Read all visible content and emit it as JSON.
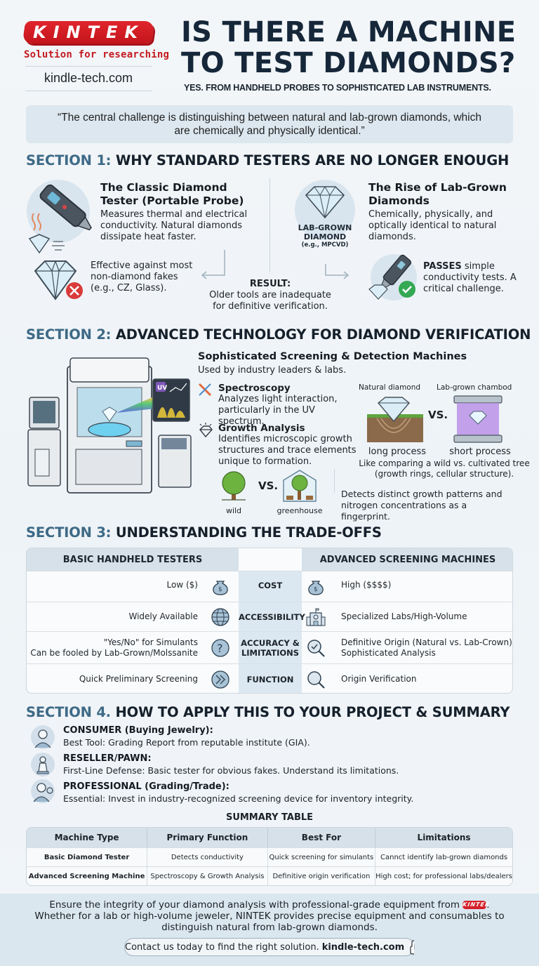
{
  "header": {
    "logo_text": "KINTEK",
    "tagline": "Solution for researching",
    "url": "kindle-tech.com",
    "title_line1": "IS THERE A MACHINE",
    "title_line2": "TO TEST DIAMONDS?",
    "subtitle": "YES. FROM HANDHELD PROBES TO SOPHISTICATED LAB INSTRUMENTS."
  },
  "quote": "“The central challenge is distinguishing between natural and lab-grown diamonds, which are chemically and physically identical.”",
  "section1": {
    "num": "SECTION 1:",
    "title": "WHY STANDARD TESTERS ARE NO LONGER ENOUGH",
    "classic": {
      "title": "The Classic Diamond Tester (Portable Probe)",
      "text": "Measures thermal and electrical conductivity. Natural diamonds dissipate heat faster.",
      "effective": "Effective against most non-diamond fakes (e.g., CZ, Glass)."
    },
    "labgrown": {
      "title": "The Rise of Lab-Grown Diamonds",
      "text": "Chemically, physically, and optically identical to natural diamonds.",
      "badge_line1": "LAB-GROWN",
      "badge_line2": "DIAMOND",
      "badge_line3": "(e.g., MPCVD)",
      "passes_bold": "PASSES",
      "passes_text": " simple conductivity tests. A critical challenge."
    },
    "result": {
      "label": "RESULT:",
      "text": "Older tools are inadequate for definitive verification."
    }
  },
  "section2": {
    "num": "SECTION 2:",
    "title": "ADVANCED TECHNOLOGY FOR DIAMOND VERIFICATION",
    "heading": "Sophisticated Screening & Detection Machines",
    "subheading": "Used by industry leaders & labs.",
    "uv_label": "UV",
    "spectroscopy": {
      "title": "Spectroscopy",
      "text": "Analyzes light interaction, particularly in the UV spectrum."
    },
    "growth": {
      "title": "Growth Analysis",
      "text": "Identifies microscopic growth structures and trace elements unique to formation."
    },
    "compare": {
      "natural_label": "Natural diamond",
      "lab_label": "Lab-grown chambod",
      "vs": "VS.",
      "natural_caption": "long process",
      "lab_caption": "short process",
      "analogy": "Like comparing a wild vs. cultivated tree (growth rings, cellular structure)."
    },
    "trees": {
      "wild": "wild",
      "vs": "VS.",
      "greenhouse": "greenhouse"
    },
    "detects": "Detects distinct growth patterns and nitrogen concentrations as a fingerprint."
  },
  "section3": {
    "num": "SECTION 3:",
    "title": "UNDERSTANDING THE TRADE-OFFS",
    "left_header": "BASIC HANDHELD TESTERS",
    "right_header": "ADVANCED SCREENING MACHINES",
    "rows": [
      {
        "criterion": "COST",
        "left": "Low ($)",
        "right": "High ($$$$)",
        "left_icon": "money-bag-icon",
        "right_icon": "money-bag-icon"
      },
      {
        "criterion": "ACCESSIBILITY",
        "left": "Widely Available",
        "right": "Specialized Labs/High-Volume",
        "left_icon": "globe-icon",
        "right_icon": "building-icon"
      },
      {
        "criterion_line1": "ACCURACY &",
        "criterion_line2": "LIMITATIONS",
        "left_line1": "\"Yes/No\" for Simulants",
        "left_line2": "Can be fooled by Lab-Grown/Molssanite",
        "right_line1": "Definitive Origin (Natural vs. Lab-Crown)",
        "right_line2": "Sophisticated Analysis",
        "left_icon": "question-icon",
        "right_icon": "magnifier-check-icon"
      },
      {
        "criterion": "FUNCTION",
        "left": "Quick Preliminary Screening",
        "right": "Origin Verification",
        "left_icon": "fast-forward-icon",
        "right_icon": "magnifier-icon"
      }
    ]
  },
  "section4": {
    "num": "SECTION 4.",
    "title": "HOW TO APPLY THIS TO YOUR PROJECT & SUMMARY",
    "personas": [
      {
        "title": "CONSUMER (Buying Jewelry):",
        "text": "Best Tool: Grading Report from reputable institute (GIA)."
      },
      {
        "title": "RESELLER/PAWN:",
        "text": "First-Line Defense: Basic tester for obvious fakes. Understand its limitations."
      },
      {
        "title": "PROFESSIONAL (Grading/Trade):",
        "text": "Essential: Invest in industry-recognized screening device for inventory integrity."
      }
    ]
  },
  "summary": {
    "title": "SUMMARY TABLE",
    "headers": [
      "Machine Type",
      "Primary Function",
      "Best For",
      "Limitations"
    ],
    "rows": [
      [
        "Basic Diamond Tester",
        "Detects conductivity",
        "Quick screening for simulants",
        "Cannct identify lab-grown diamonds"
      ],
      [
        "Advanced Screening Machine",
        "Spectroscopy & Growth Analysis",
        "Definitive origin verification",
        "High cost; for professional labs/dealers"
      ]
    ]
  },
  "footer": {
    "line1": "Ensure the integrity of your diamond analysis with professional-grade equipment from",
    "mini_logo": "KINTEK",
    "line1_end": ".",
    "line2": "Whether for a lab or high-volume jeweler, NINTEK provides precise equipment and consumables to distinguish natural from lab-grown diamonds.",
    "cta_text": "Contact us today to find the right solution.",
    "cta_url": "kindle-tech.com"
  },
  "colors": {
    "brand_red": "#d4202a",
    "title_navy": "#16273a",
    "section_num": "#3e6a86",
    "panel_blue": "#dce7ef",
    "success_green": "#34a853",
    "error_red": "#d93a3a"
  }
}
